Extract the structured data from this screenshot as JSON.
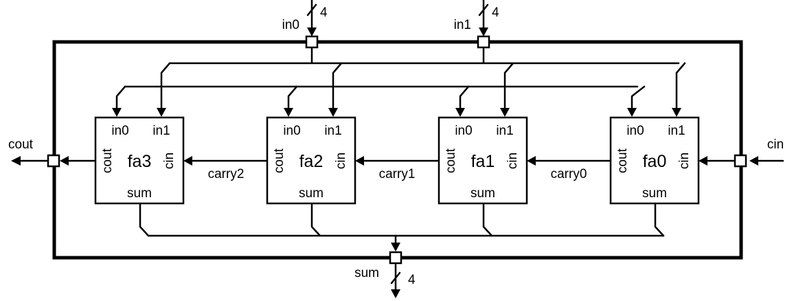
{
  "ports": {
    "in0": {
      "label": "in0",
      "width": "4"
    },
    "in1": {
      "label": "in1",
      "width": "4"
    },
    "cin": {
      "label": "cin"
    },
    "cout": {
      "label": "cout"
    },
    "sum": {
      "label": "sum",
      "width": "4"
    }
  },
  "adders": [
    {
      "name": "fa3",
      "in0": "in0",
      "in1": "in1",
      "cout": "cout",
      "cin": "cin",
      "sum": "sum"
    },
    {
      "name": "fa2",
      "in0": "in0",
      "in1": "in1",
      "cout": "cout",
      "cin": "cin",
      "sum": "sum"
    },
    {
      "name": "fa1",
      "in0": "in0",
      "in1": "in1",
      "cout": "cout",
      "cin": "cin",
      "sum": "sum"
    },
    {
      "name": "fa0",
      "in0": "in0",
      "in1": "in1",
      "cout": "cout",
      "cin": "cin",
      "sum": "sum"
    }
  ],
  "carries": [
    "carry2",
    "carry1",
    "carry0"
  ],
  "colors": {
    "stroke": "#000000",
    "background": "#ffffff"
  }
}
